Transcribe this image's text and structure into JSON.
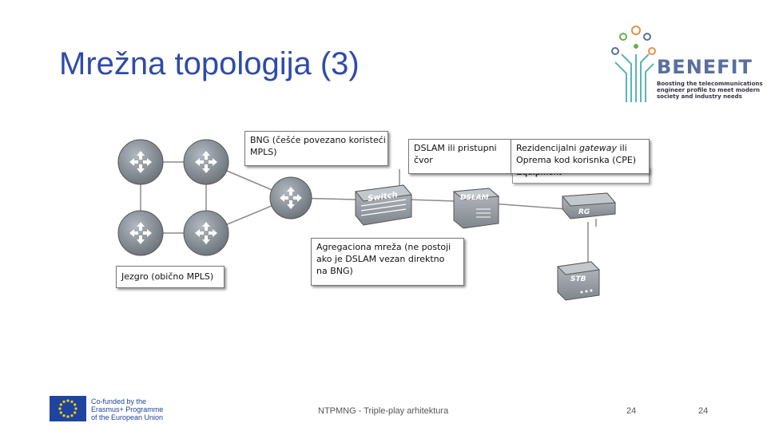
{
  "slide": {
    "title": "Mrežna topologija (3)"
  },
  "logo": {
    "word": "BENEFIT",
    "tagline": [
      "Boosting the telecommunications",
      "engineer profile to meet modern",
      "society and industry needs"
    ]
  },
  "callouts": {
    "bng": [
      "BNG (češće povezano koristeći",
      "MPLS)"
    ],
    "dslam": [
      "DSLAM ili pristupni",
      "čvor"
    ],
    "rg_line1_prefix": "Rezidencijalni ",
    "rg_line1_italic": "gateway",
    "rg_line1_suffix": " ili",
    "rg_line2": "Oprema kod korisnka (CPE)",
    "rg_strip": "Equipment",
    "aggregation": [
      "Agregaciona mreža (ne postoji",
      "ako je DSLAM vezan direktno",
      "na BNG)"
    ],
    "core": "Jezgro (obično MPLS)"
  },
  "devices": {
    "switch": "Switch",
    "dslam": "DSLAM",
    "rg": "RG",
    "stb": "STB"
  },
  "colors": {
    "title": "#2f4ba8",
    "router": "#8e959e",
    "device": "#9aa0a8",
    "link": "#8a8a8a"
  },
  "footer": {
    "eu_lines": [
      "Co-funded by the",
      "Erasmus+ Programme",
      "of the European Union"
    ],
    "center": "NTPMNG - Triple-play arhitektura",
    "page_a": "24",
    "page_b": "24"
  }
}
